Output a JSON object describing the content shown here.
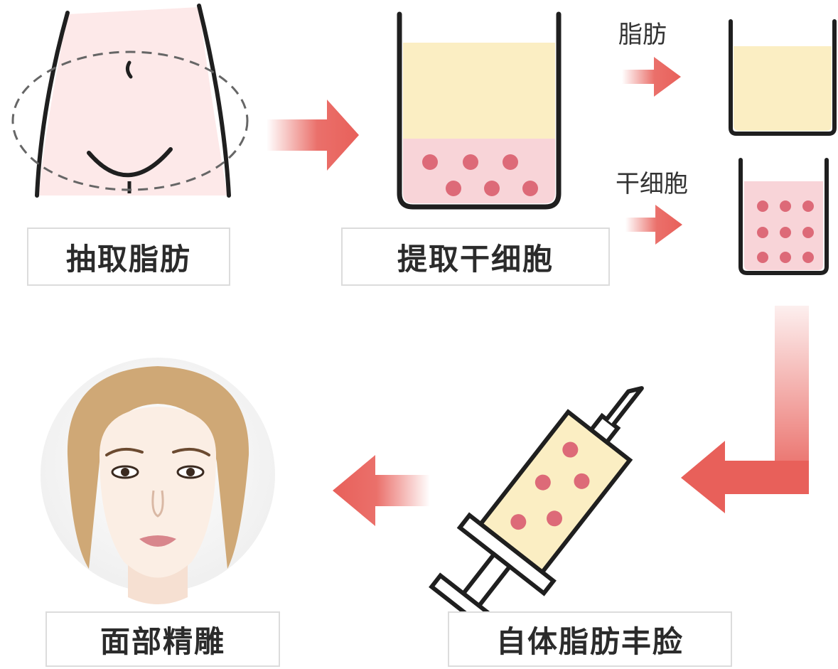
{
  "steps": {
    "extract_fat": "抽取脂肪",
    "extract_stem_cells": "提取干细胞",
    "autologous_fat_face": "自体脂肪丰脸",
    "face_sculpting": "面部精雕"
  },
  "layers": {
    "fat": "脂肪",
    "stem_cells": "干细胞"
  },
  "colors": {
    "arrow": "#e8605a",
    "fat_layer": "#fbeec3",
    "cell_layer": "#f8d4d8",
    "cell_dot": "#dd6a78",
    "outline": "#1f1f1f",
    "skin": "#fde9e9"
  }
}
